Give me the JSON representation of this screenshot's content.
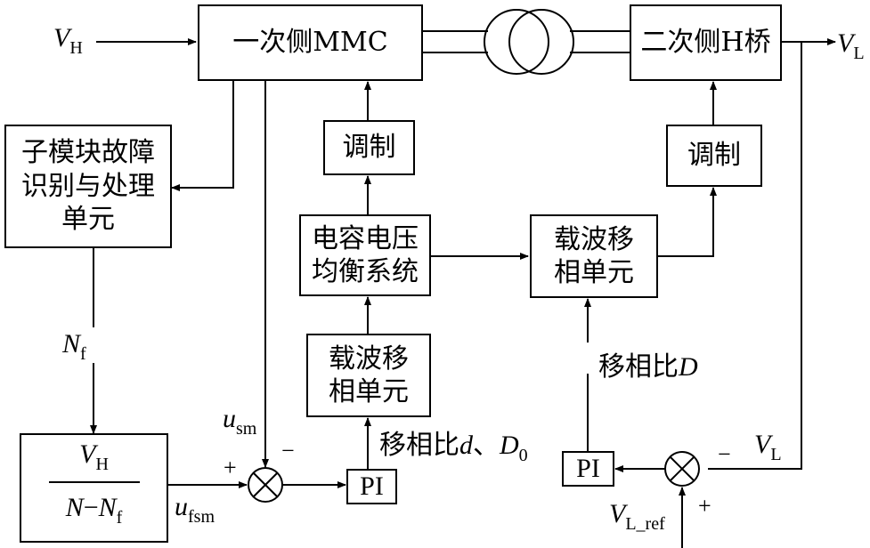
{
  "blocks": {
    "primary_mmc": "一次侧MMC",
    "secondary_hbridge": "二次侧H桥",
    "fault_unit": "子模块故障\n识别与处理\n单元",
    "modulation_left": "调制",
    "modulation_right": "调制",
    "capacitor_balance": "电容电压\n均衡系统",
    "carrier_shift_right": "载波移\n相单元",
    "carrier_shift_left": "载波移\n相单元",
    "pi_left": "PI",
    "pi_right": "PI"
  },
  "labels": {
    "vh_input": {
      "main": "V",
      "sub": "H"
    },
    "vl_output": {
      "main": "V",
      "sub": "L"
    },
    "nf": {
      "main": "N",
      "sub": "f"
    },
    "usm": {
      "main": "u",
      "sub": "sm"
    },
    "ufsm": {
      "main": "u",
      "sub": "fsm"
    },
    "vl_feedback": {
      "main": "V",
      "sub": "L"
    },
    "vl_ref": {
      "main": "V",
      "sub": "L_ref"
    },
    "shift_ratio_left": {
      "text": "移相比",
      "d": "d",
      "sep": "、",
      "D": "D",
      "sub": "0"
    },
    "shift_ratio_right": {
      "text": "移相比",
      "D": "D"
    },
    "plus_left": "+",
    "minus_left": "−",
    "plus_right": "+",
    "minus_right": "−"
  },
  "fraction": {
    "numerator": {
      "main": "V",
      "sub": "H"
    },
    "denominator": {
      "n": "N",
      "dash": "−",
      "nf": "N",
      "sub": "f"
    }
  }
}
